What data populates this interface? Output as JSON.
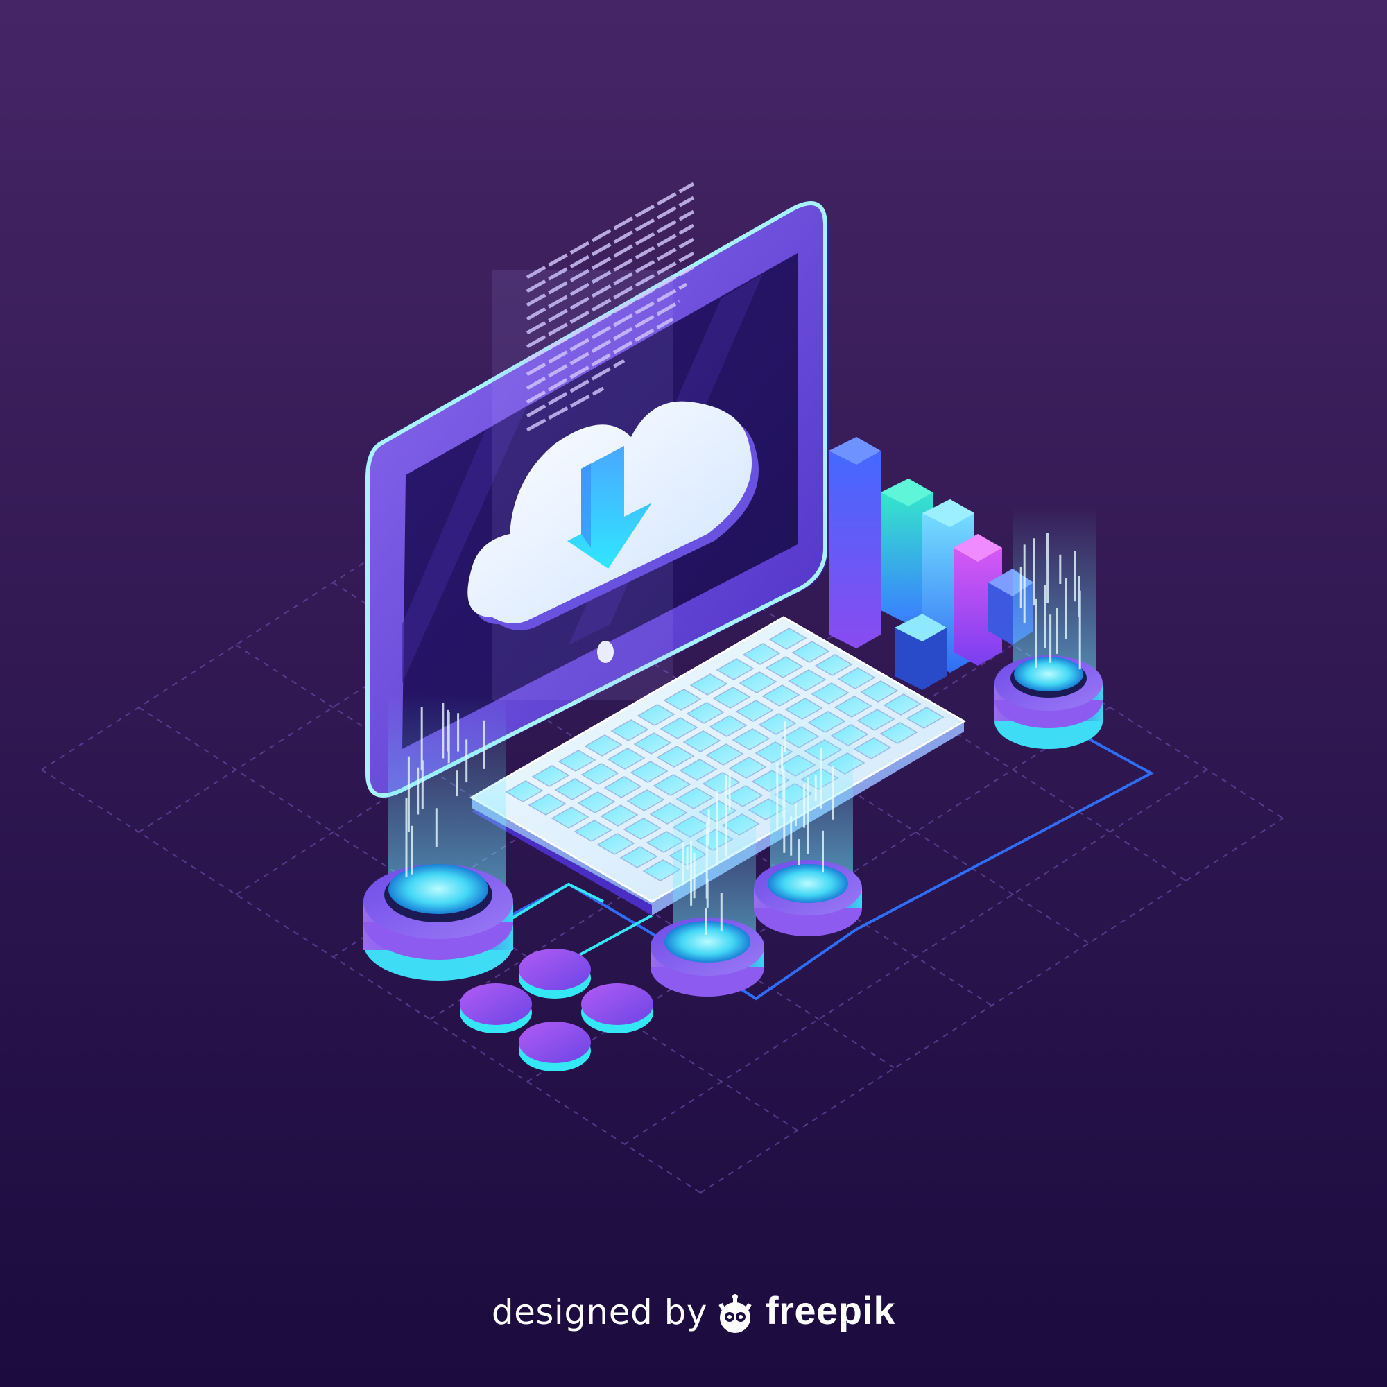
{
  "illustration": {
    "subject": "isometric computer with cloud download",
    "icons": [
      "monitor-icon",
      "cloud-download-icon",
      "keyboard-icon",
      "bar-chart-icon",
      "server-disk-icon"
    ],
    "colors": {
      "background_top": "#462566",
      "background_bottom": "#1b0b3e",
      "accent_cyan": "#33e6f5",
      "accent_purple": "#8a4bf0",
      "accent_magenta": "#c349f2",
      "accent_blue": "#3d6bff",
      "screen_frame": "#6a45d6",
      "keyboard": "#dceffc"
    }
  },
  "credit": {
    "prefix": "designed by",
    "brand": "freepik"
  }
}
